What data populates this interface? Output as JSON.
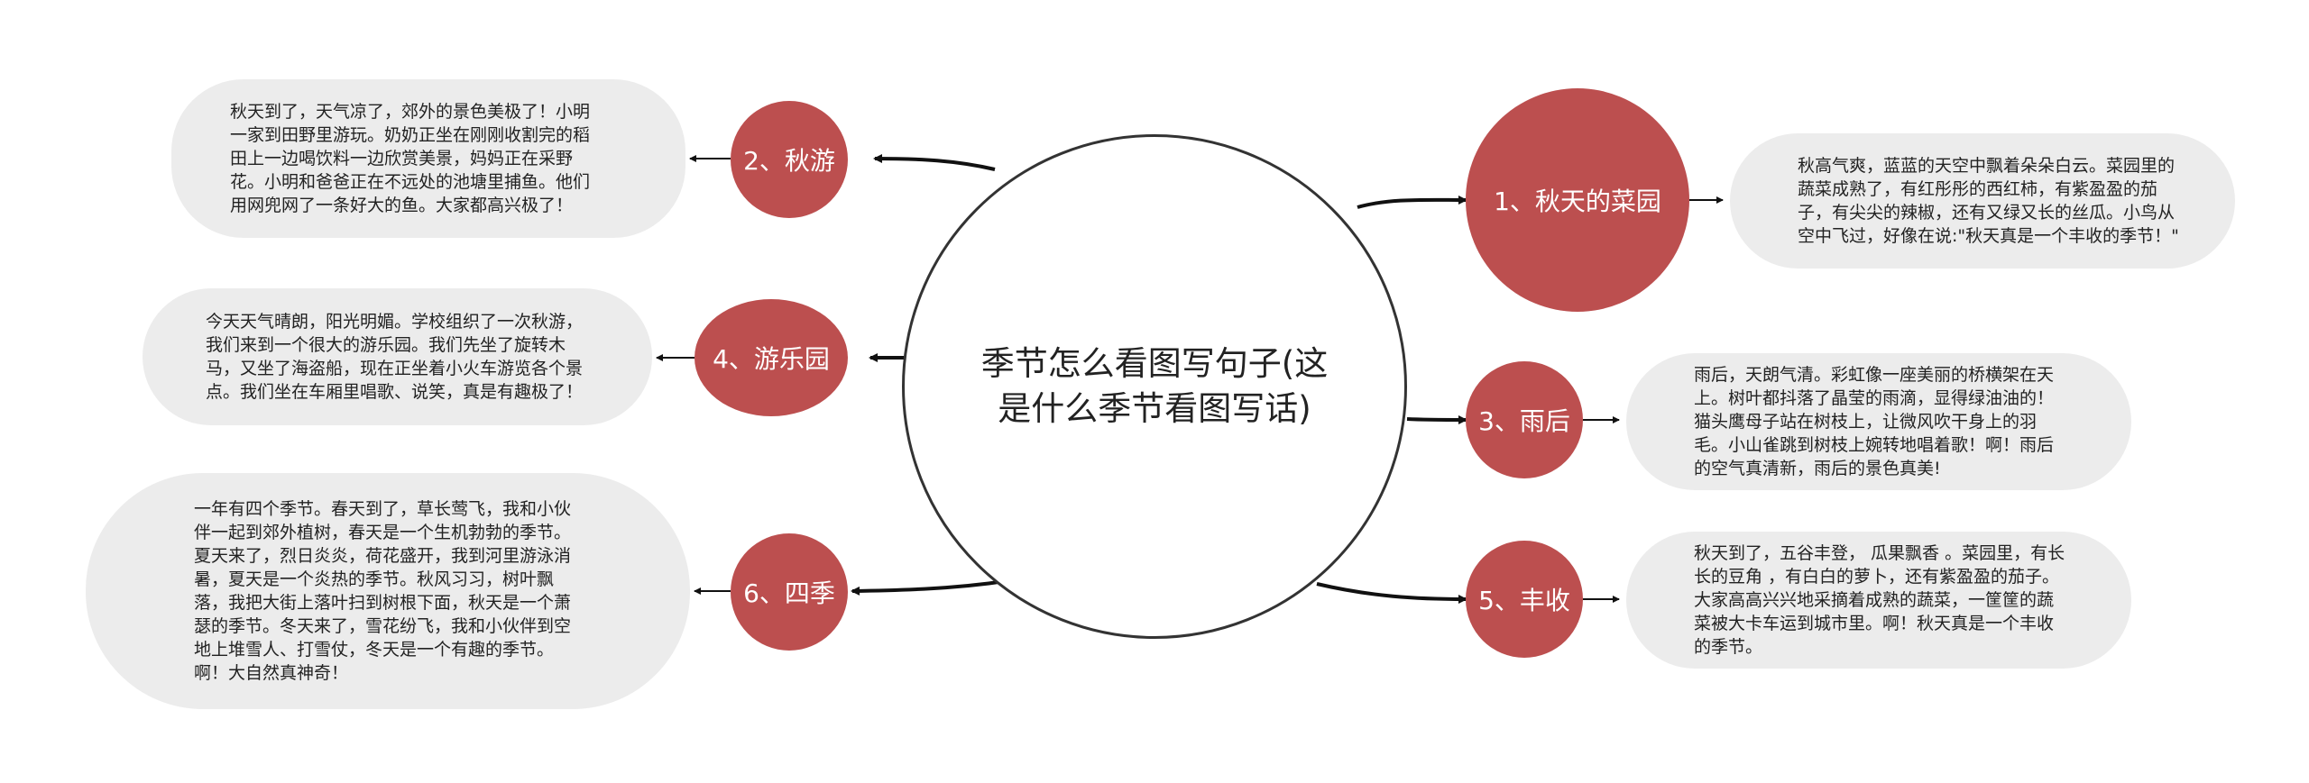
{
  "center": {
    "title": "季节怎么看图写句子(这是什么季节看图写话)"
  },
  "topics": {
    "t1": {
      "label": "1、秋天的菜园"
    },
    "t2": {
      "label": "2、秋游"
    },
    "t3": {
      "label": "3、雨后"
    },
    "t4": {
      "label": "4、游乐园"
    },
    "t5": {
      "label": "5、丰收"
    },
    "t6": {
      "label": "6、四季"
    }
  },
  "notes": {
    "n1": "秋高气爽，蓝蓝的天空中飘着朵朵白云。菜园里的蔬菜成熟了，有红彤彤的西红柿，有紫盈盈的茄子，有尖尖的辣椒，还有又绿又长的丝瓜。小鸟从空中飞过，好像在说:\"秋天真是一个丰收的季节！\"",
    "n2": "秋天到了，天气凉了，郊外的景色美极了！小明一家到田野里游玩。奶奶正坐在刚刚收割完的稻田上一边喝饮料一边欣赏美景，妈妈正在采野花。小明和爸爸正在不远处的池塘里捕鱼。他们用网兜网了一条好大的鱼。大家都高兴极了！",
    "n3": "雨后，天朗气清。彩虹像一座美丽的桥横架在天上。树叶都抖落了晶莹的雨滴，显得绿油油的！猫头鹰母子站在树枝上，让微风吹干身上的羽毛。小山雀跳到树枝上婉转地唱着歌！啊！雨后的空气真清新，雨后的景色真美!",
    "n4": "今天天气晴朗，阳光明媚。学校组织了一次秋游，我们来到一个很大的游乐园。我们先坐了旋转木马，又坐了海盗船，现在正坐着小火车游览各个景点。我们坐在车厢里唱歌、说笑，真是有趣极了！",
    "n5": "秋天到了，五谷丰登， 瓜果飘香 。菜园里，有长长的豆角 ，有白白的萝卜，还有紫盈盈的茄子。大家高高兴兴地采摘着成熟的蔬菜，一筐筐的蔬菜被大卡车运到城市里。啊！秋天真是一个丰收的季节。",
    "n6": "一年有四个季节。春天到了，草长莺飞，我和小伙伴一起到郊外植树，春天是一个生机勃勃的季节。夏天来了，烈日炎炎，荷花盛开，我到河里游泳消暑，夏天是一个炎热的季节。秋风习习，树叶飘落，我把大街上落叶扫到树根下面，秋天是一个萧瑟的季节。冬天来了，雪花纷飞，我和小伙伴到空地上堆雪人、打雪仗，冬天是一个有趣的季节。啊！大自然真神奇！"
  }
}
